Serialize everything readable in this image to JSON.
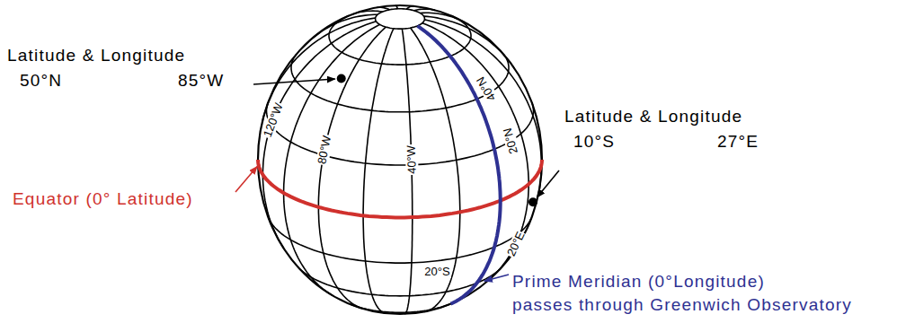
{
  "diagram": {
    "labels": [
      "Latitude & Longitude",
      "50°N",
      "85°W",
      "Latitude & Longitude",
      "10°S",
      "27°E",
      "Equator (0° Latitude)",
      "Prime Meridian (0°Longitude)",
      "passes through Greenwich Observatory",
      "120°W",
      "80°W",
      "40°W",
      "40°N",
      "20°N",
      "20°S",
      "20°E"
    ]
  }
}
